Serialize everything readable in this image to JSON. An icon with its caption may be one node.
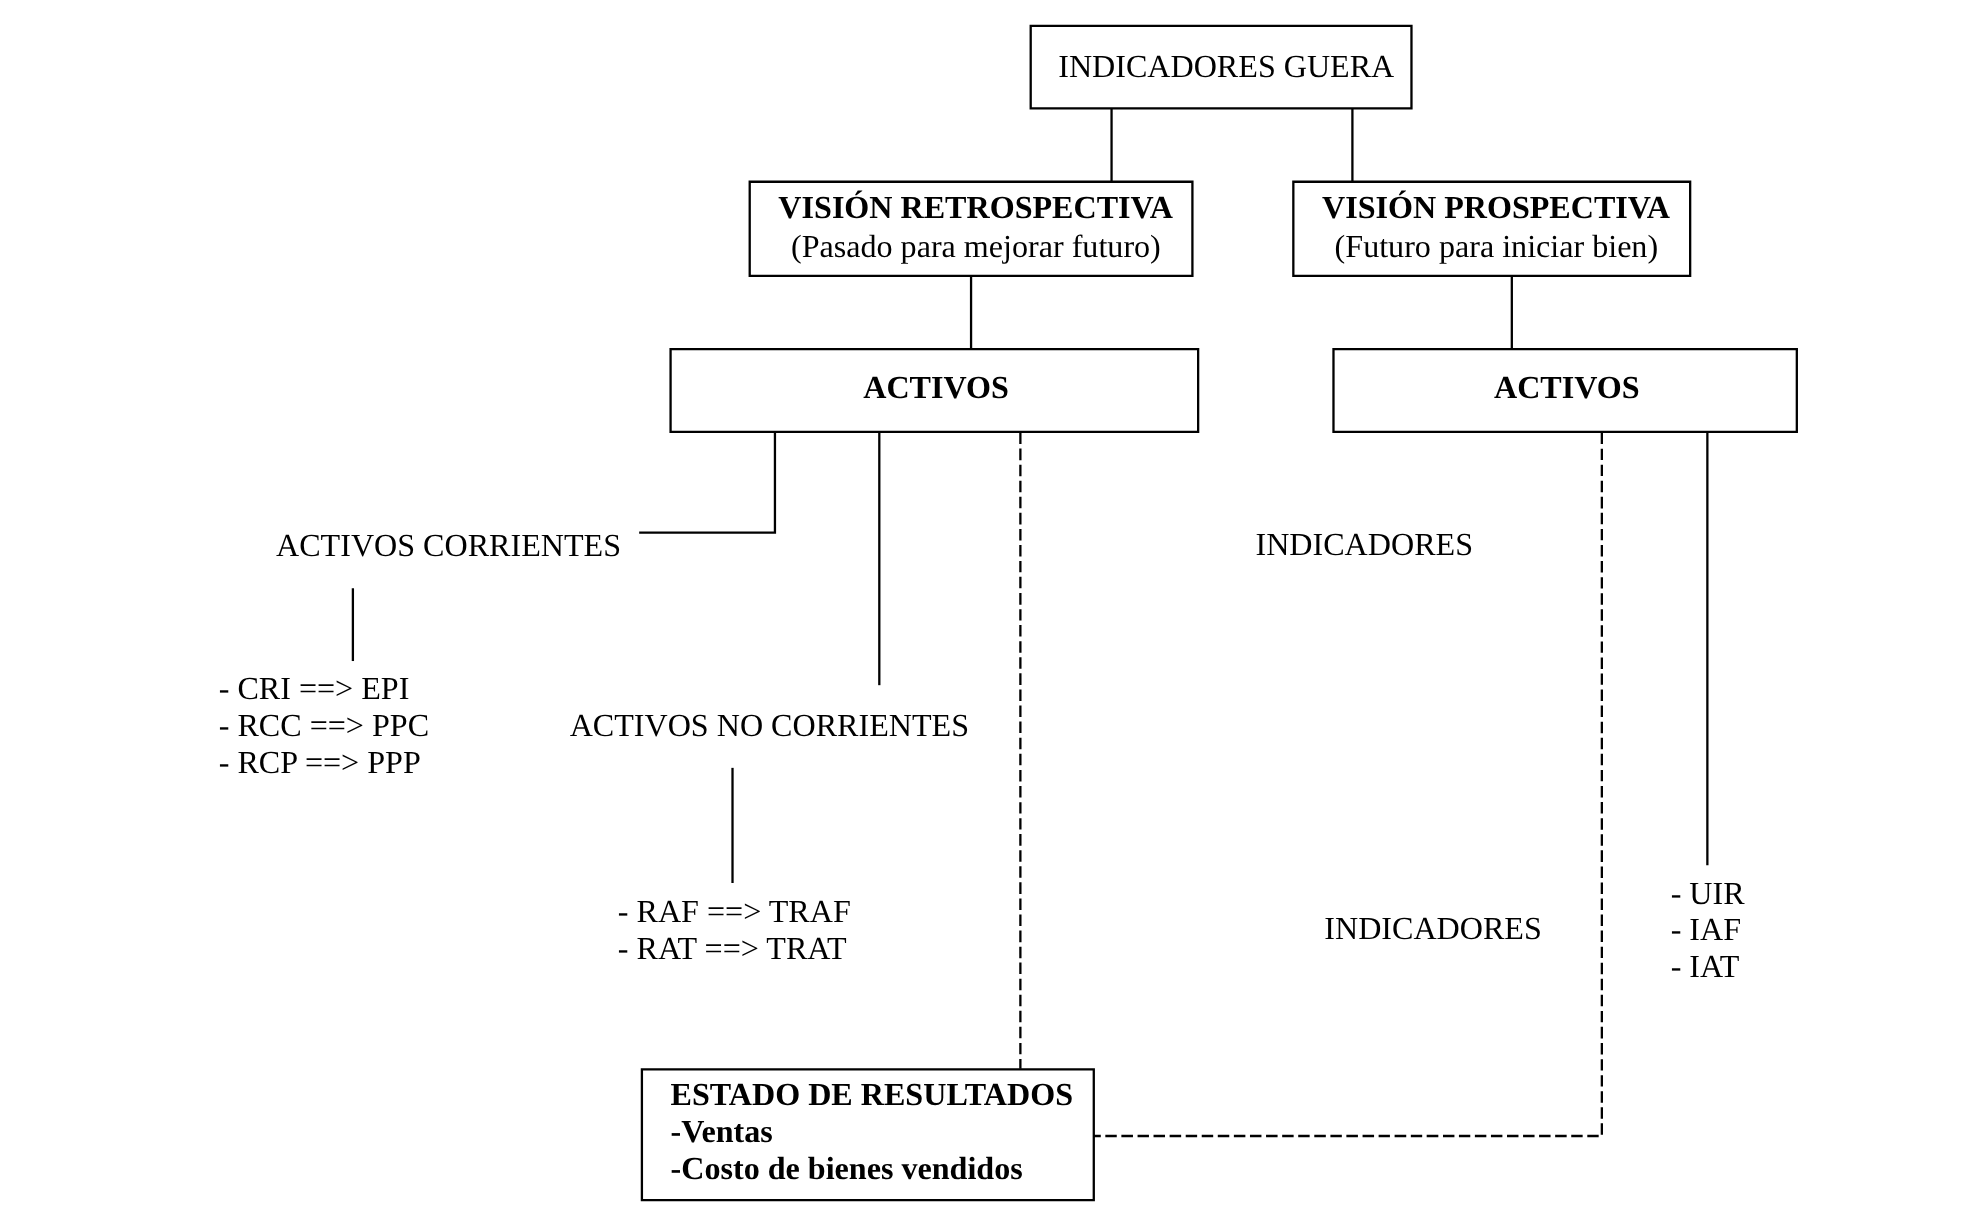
{
  "diagram": {
    "nodes": [
      {
        "text": [
          "INDICADORES GUERA"
        ]
      },
      {
        "text": [
          "VISIÓN RETROSPECTIVA",
          "(Pasado para mejorar futuro)"
        ]
      },
      {
        "text": [
          "VISIÓN PROSPECTIVA",
          "(Futuro para iniciar bien)"
        ]
      },
      {
        "text": [
          "ACTIVOS"
        ]
      },
      {
        "text": [
          "ACTIVOS CORRIENTES"
        ]
      },
      {
        "text": [
          "- CRI ==> EPI",
          "- RCC ==> PPC",
          "- RCP ==> PPP"
        ]
      },
      {
        "text": [
          "ACTIVOS NO CORRIENTES"
        ]
      },
      {
        "text": [
          "- RAF ==> TRAF",
          "- RAT ==> TRAT"
        ]
      },
      {
        "text": [
          "ACTIVOS"
        ]
      },
      {
        "text": [
          "- UIR",
          "- IAF",
          "- IAT"
        ]
      },
      {
        "text": [
          "ESTADO DE RESULTADOS",
          "-Ventas",
          "-Costo de bienes vendidos"
        ]
      }
    ],
    "edges": [
      {
        "from": 0,
        "to": 1,
        "arrow": "none"
      },
      {
        "from": 0,
        "to": 2,
        "arrow": "none"
      },
      {
        "from": 1,
        "to": 3,
        "arrow": "none"
      },
      {
        "from": 3,
        "to": 4,
        "arrow": "none"
      },
      {
        "from": 3,
        "to": 6,
        "arrow": "none"
      },
      {
        "from": 4,
        "to": 5,
        "arrow": "none"
      },
      {
        "from": 6,
        "to": 7,
        "arrow": "none"
      },
      {
        "from": 2,
        "to": 8,
        "arrow": "none"
      },
      {
        "from": 8,
        "to": 9,
        "arrow": "none"
      },
      {
        "from": 3,
        "to": 10,
        "arrow": "none",
        "style": "dashed"
      },
      {
        "from": 8,
        "to": 10,
        "arrow": "none",
        "style": "dashed"
      }
    ],
    "labels": [
      "INDICADORES",
      "INDICADORES"
    ]
  }
}
